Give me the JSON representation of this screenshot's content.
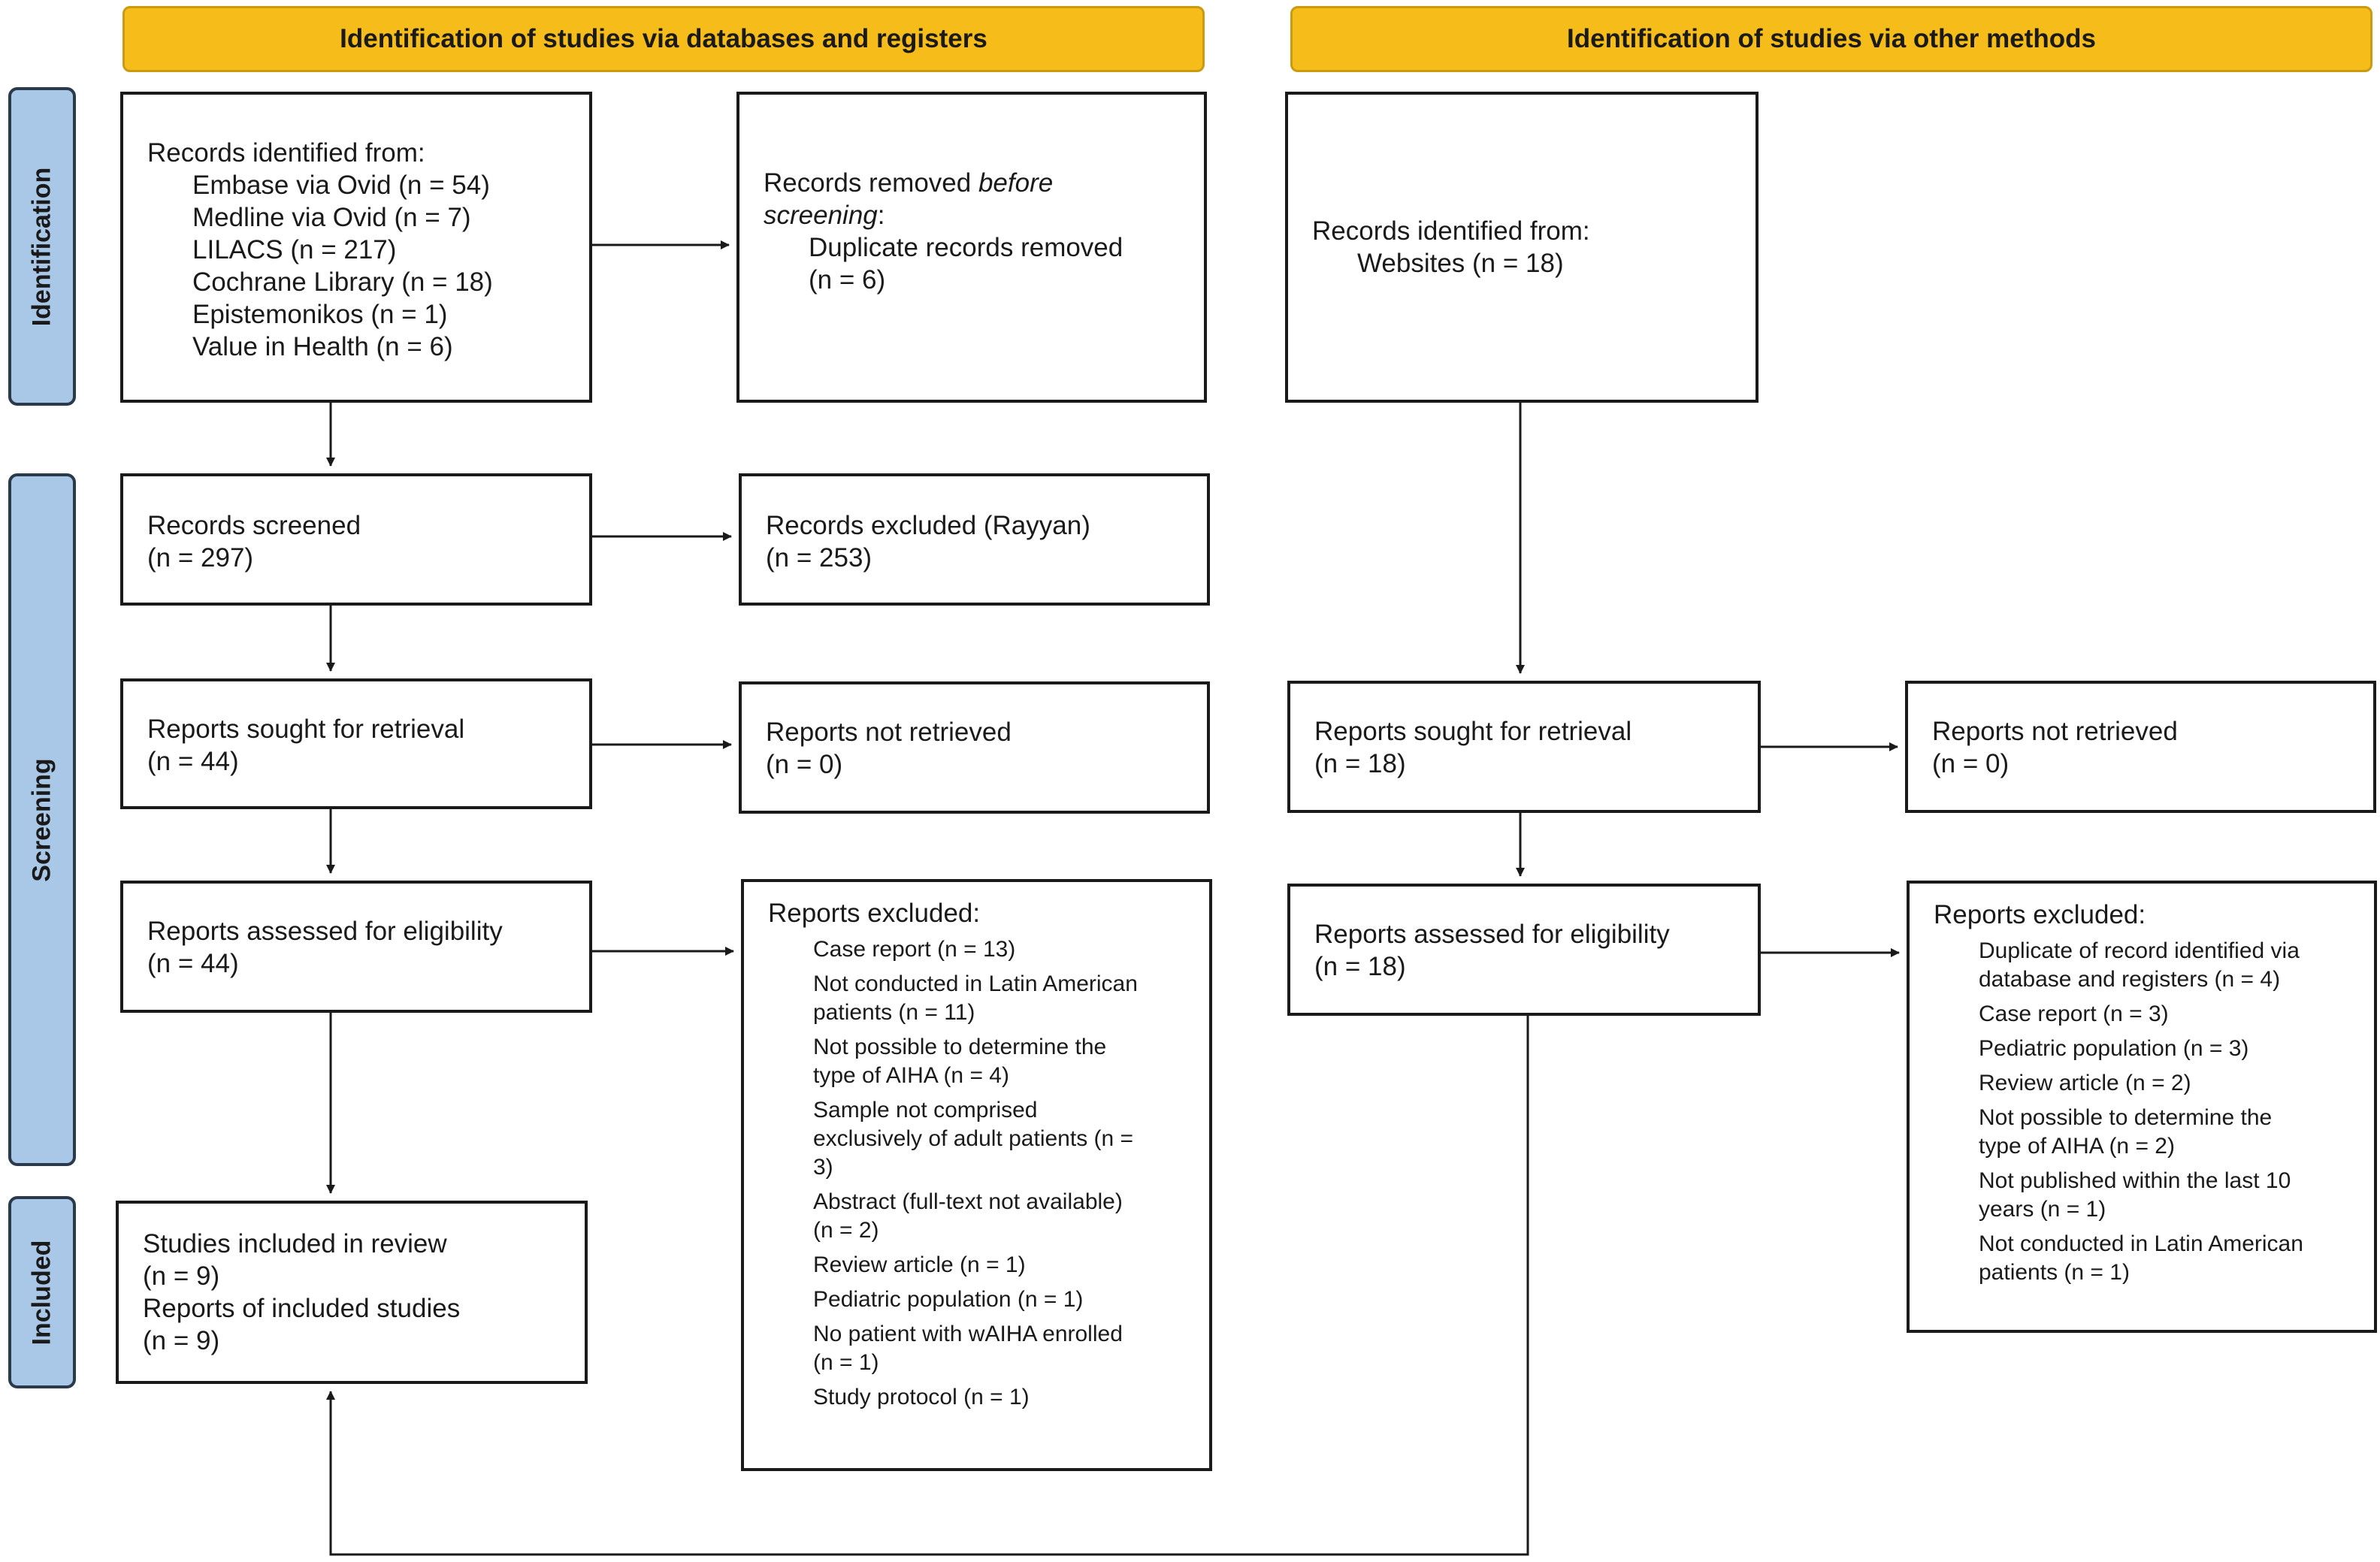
{
  "headers": {
    "left": "Identification of studies via databases and registers",
    "right": "Identification of studies via other methods"
  },
  "stages": {
    "identification": "Identification",
    "screening": "Screening",
    "included": "Included"
  },
  "db": {
    "records_identified": {
      "title": "Records identified from:",
      "sources": [
        "Embase via Ovid (n = 54)",
        "Medline via Ovid (n = 7)",
        "LILACS (n = 217)",
        "Cochrane Library (n = 18)",
        "Epistemonikos (n = 1)",
        "Value in Health (n = 6)"
      ]
    },
    "records_removed": {
      "title_a": "Records removed ",
      "title_b": "before",
      "title_c": "screening",
      "title_d": ":",
      "item": "Duplicate records removed",
      "n": "(n = 6)"
    },
    "records_screened": {
      "title": "Records screened",
      "n": "(n = 297)"
    },
    "records_excluded": {
      "title": "Records excluded (Rayyan)",
      "n": "(n = 253)"
    },
    "reports_sought": {
      "title": "Reports sought for retrieval",
      "n": "(n = 44)"
    },
    "reports_not_retrieved": {
      "title": "Reports not retrieved",
      "n": "(n = 0)"
    },
    "reports_assessed": {
      "title": "Reports assessed for eligibility",
      "n": "(n = 44)"
    },
    "reports_excluded": {
      "title": "Reports excluded:",
      "items": [
        "Case report (n = 13)",
        "Not conducted in Latin American\npatients (n = 11)",
        "Not possible to determine the\ntype of AIHA (n = 4)",
        "Sample not comprised\nexclusively of adult patients (n =\n3)",
        "Abstract (full-text not available)\n(n = 2)",
        "Review article (n = 1)",
        "Pediatric population (n = 1)",
        "No patient with wAIHA enrolled\n(n = 1)",
        "Study protocol (n = 1)"
      ]
    },
    "included": {
      "studies": "Studies included in review",
      "studies_n": "(n = 9)",
      "reports": "Reports of included studies",
      "reports_n": "(n = 9)"
    }
  },
  "other": {
    "records_identified": {
      "title": "Records identified from:",
      "item": "Websites (n = 18)"
    },
    "reports_sought": {
      "title": "Reports sought for retrieval",
      "n": "(n = 18)"
    },
    "reports_not_retrieved": {
      "title": "Reports not retrieved",
      "n": "(n = 0)"
    },
    "reports_assessed": {
      "title": "Reports assessed for eligibility",
      "n": "(n = 18)"
    },
    "reports_excluded": {
      "title": "Reports excluded:",
      "items": [
        "Duplicate of record identified via\ndatabase and registers (n = 4)",
        "Case report (n = 3)",
        "Pediatric population (n = 3)",
        "Review article (n = 2)",
        "Not possible to determine the\ntype of AIHA (n = 2)",
        "Not published within the last 10\nyears (n = 1)",
        "Not conducted in Latin American\npatients (n = 1)"
      ]
    }
  },
  "colors": {
    "header_fill": "#f5bc1a",
    "stage_fill": "#a9c7e6",
    "line": "#1a1a1a"
  }
}
